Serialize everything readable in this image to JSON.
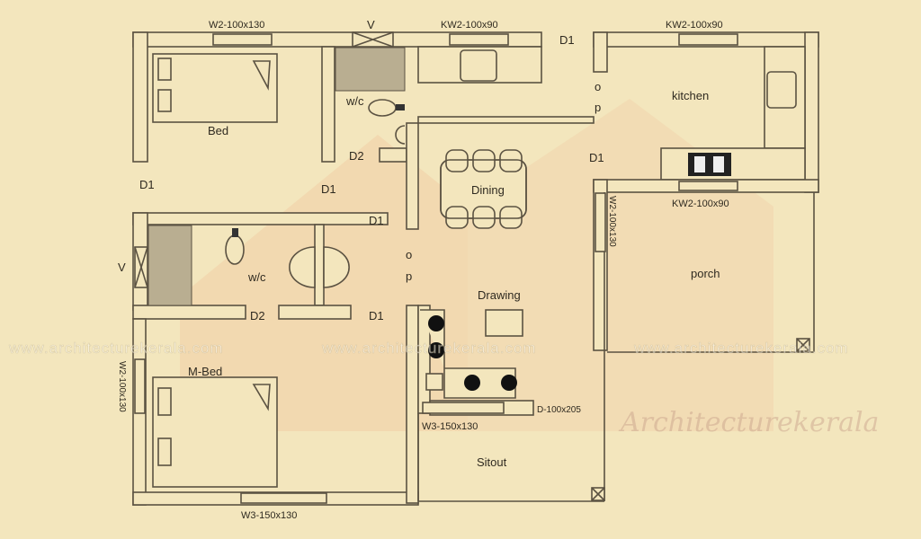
{
  "title": "Floor plan",
  "rooms": {
    "bed": "Bed",
    "wc_top": "w/c",
    "kitchen": "kitchen",
    "dining": "Dining",
    "wc_bottom": "w/c",
    "porch": "porch",
    "drawing": "Drawing",
    "master_bed": "M-Bed",
    "sitout": "Sitout"
  },
  "openings": {
    "w2_top": "W2-100x130",
    "v_top": "V",
    "kw2_top_left": "KW2-100x90",
    "d1_kitchen_top": "D1",
    "kw2_top_right": "KW2-100x90",
    "op_top_o": "o",
    "op_top_p": "p",
    "d2_top": "D2",
    "d1_kitchen": "D1",
    "d1_bed_left": "D1",
    "d1_bed_right": "D1",
    "kw2_bottom": "KW2-100x90",
    "d1_wc": "D1",
    "w2_porch": "W2-100x130",
    "v_left": "V",
    "op_mid_o": "o",
    "op_mid_p": "p",
    "d2_bottom": "D2",
    "d1_mbed": "D1",
    "w2_mbed": "W2-100x130",
    "door_main": "D-100x205",
    "w3_drawing": "W3-150x130",
    "w3_mbed": "W3-150x130"
  },
  "watermark": {
    "url": "www.architecturekerala.com",
    "script": "Architecturekerala"
  }
}
